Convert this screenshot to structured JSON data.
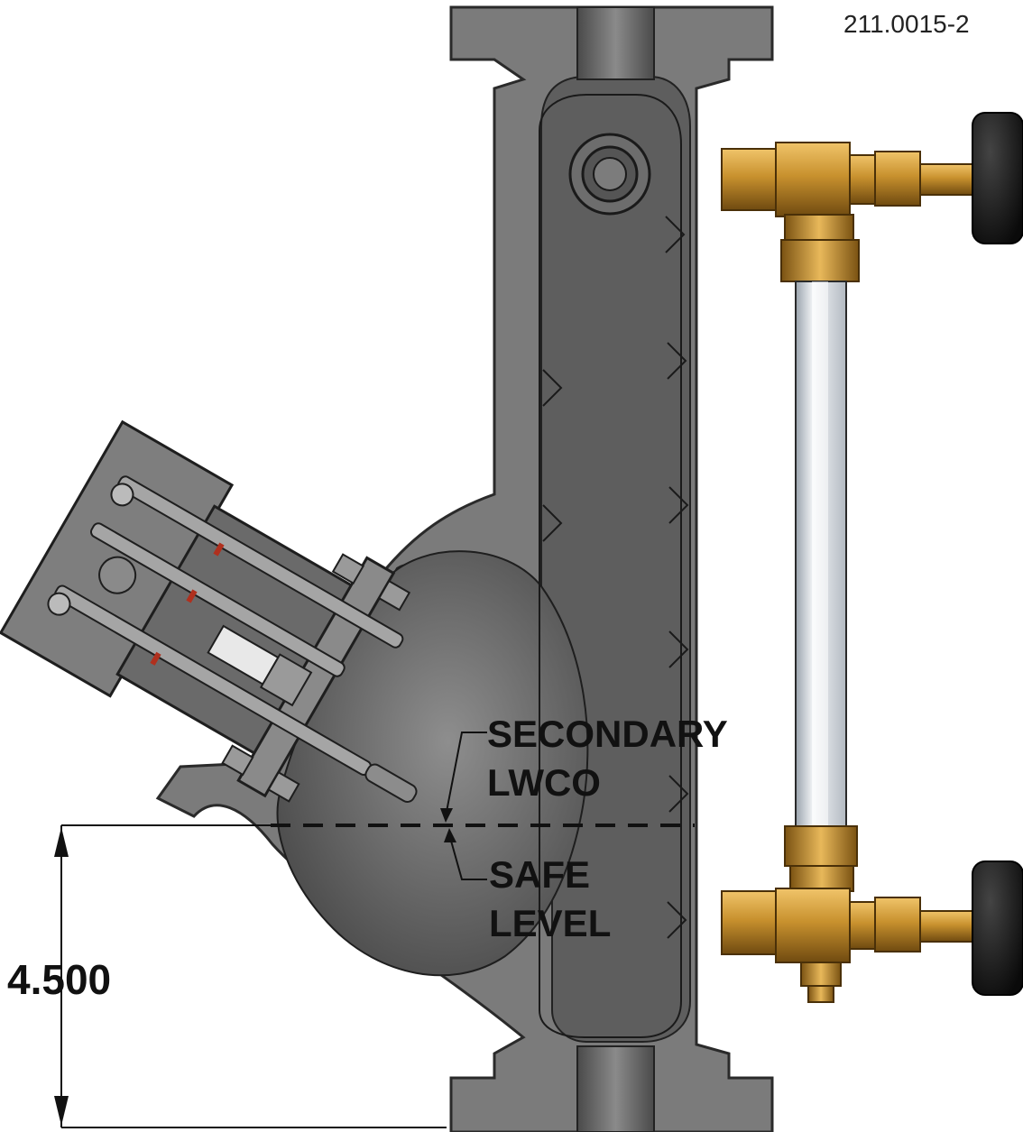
{
  "drawing_number": "211.0015-2",
  "callouts": {
    "secondary_lwco": [
      "SECONDARY",
      "LWCO"
    ],
    "safe_level": [
      "SAFE",
      "LEVEL"
    ]
  },
  "dimension": {
    "value": "4.500"
  },
  "colors": {
    "casting_section": "#7b7b7b",
    "casting_edge": "#2a2a2a",
    "interior": "#5c5c5c",
    "brass": "#c8912e",
    "brass_dark": "#7a5212",
    "handle": "#141414",
    "sight_glass": "#dfe3e8",
    "probe_metal": "#8c8c8c"
  }
}
